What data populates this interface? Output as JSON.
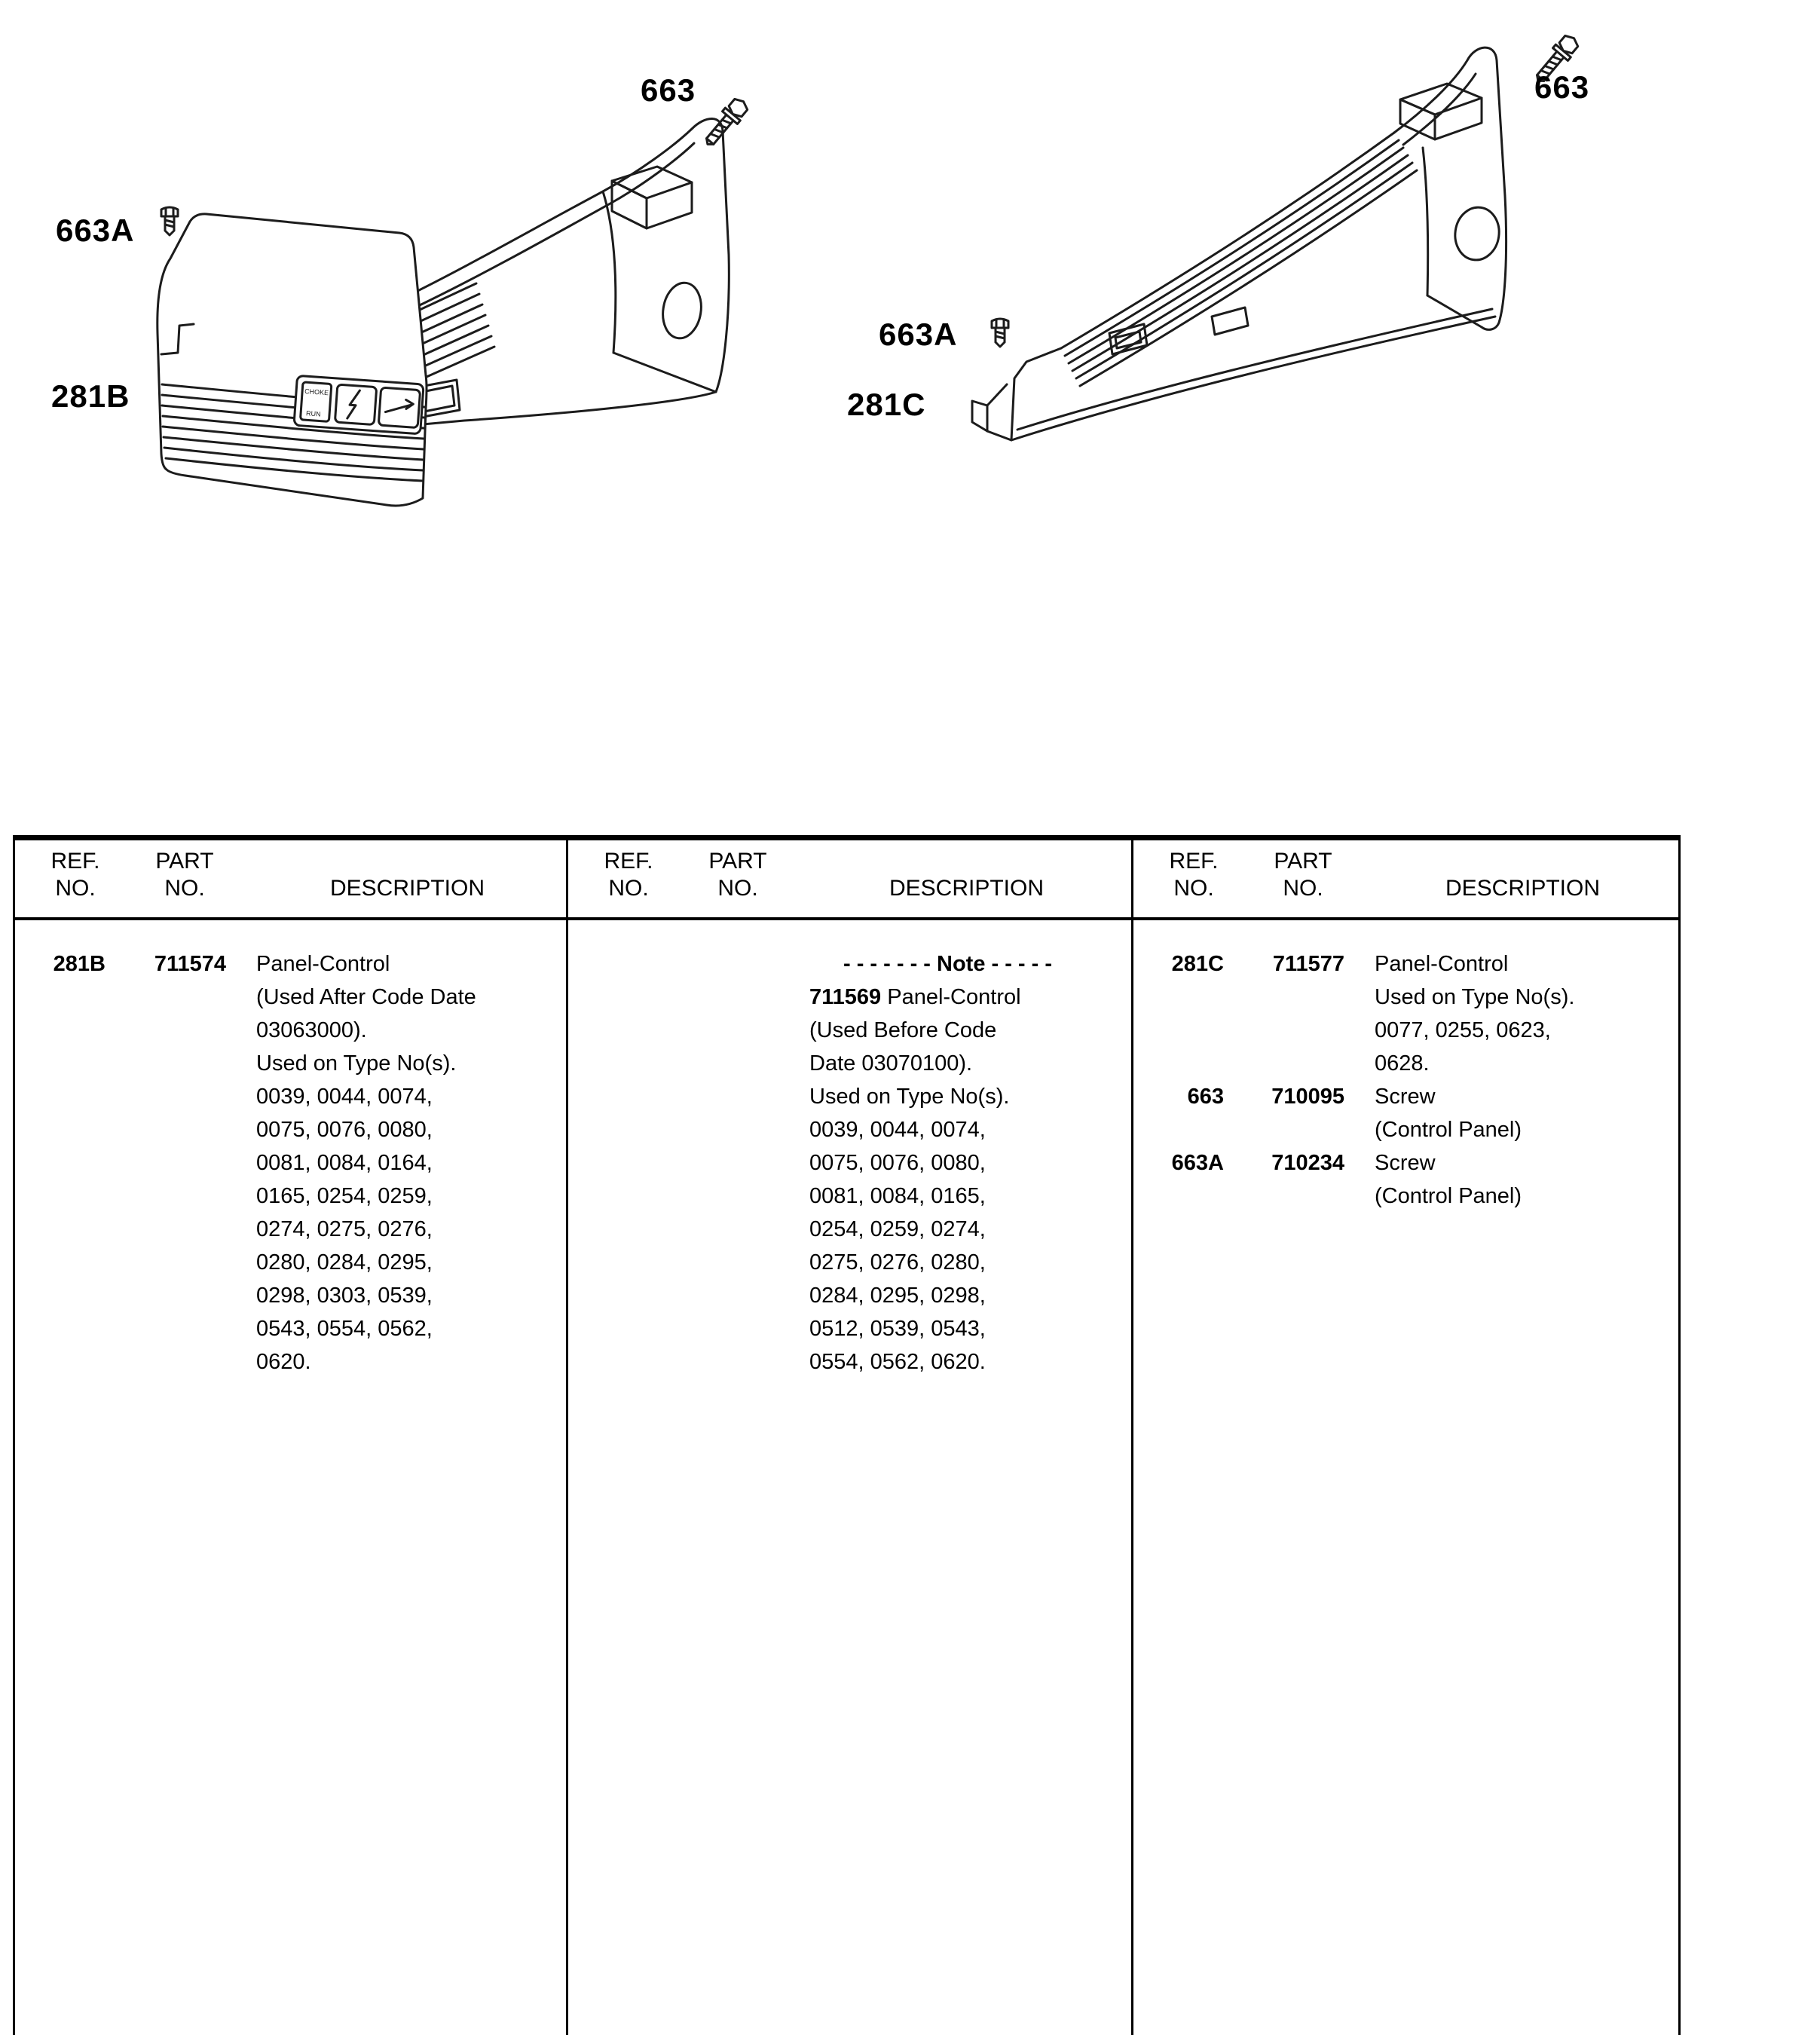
{
  "diagram": {
    "left": {
      "bolt_label": "663",
      "screw_label": "663A",
      "panel_label": "281B",
      "plate_choke": "CHOKE",
      "plate_run": "RUN"
    },
    "right": {
      "bolt_label": "663",
      "screw_label": "663A",
      "panel_label": "281C"
    }
  },
  "table": {
    "header": {
      "ref1": "REF.",
      "ref2": "NO.",
      "part1": "PART",
      "part2": "NO.",
      "desc": "DESCRIPTION"
    },
    "columns": [
      {
        "entries": [
          {
            "ref": "281B",
            "part": "711574",
            "lines": [
              {
                "t": "Panel-Control"
              },
              {
                "t": "(Used After Code Date"
              },
              {
                "t": "03063000)."
              },
              {
                "t": "Used on Type No(s)."
              },
              {
                "t": "0039, 0044, 0074,"
              },
              {
                "t": "0075, 0076, 0080,"
              },
              {
                "t": "0081, 0084, 0164,"
              },
              {
                "t": "0165, 0254, 0259,"
              },
              {
                "t": "0274, 0275, 0276,"
              },
              {
                "t": "0280, 0284, 0295,"
              },
              {
                "t": "0298, 0303, 0539,"
              },
              {
                "t": "0543, 0554, 0562,"
              },
              {
                "t": "0620."
              }
            ]
          }
        ]
      },
      {
        "entries": [
          {
            "ref": "",
            "part": "",
            "lines": [
              {
                "b": "- - - - - - -  Note  - - - - -",
                "note": true
              },
              {
                "b": "711569",
                "t": " Panel-Control"
              },
              {
                "t": "(Used Before Code"
              },
              {
                "t": "Date 03070100)."
              },
              {
                "t": "Used on Type No(s)."
              },
              {
                "t": "0039, 0044, 0074,"
              },
              {
                "t": "0075, 0076, 0080,"
              },
              {
                "t": "0081, 0084, 0165,"
              },
              {
                "t": "0254, 0259, 0274,"
              },
              {
                "t": "0275, 0276, 0280,"
              },
              {
                "t": "0284, 0295, 0298,"
              },
              {
                "t": "0512, 0539, 0543,"
              },
              {
                "t": "0554, 0562, 0620."
              }
            ]
          }
        ]
      },
      {
        "entries": [
          {
            "ref": "281C",
            "part": "711577",
            "lines": [
              {
                "t": "Panel-Control"
              },
              {
                "t": "Used on Type No(s)."
              },
              {
                "t": "0077, 0255, 0623,"
              },
              {
                "t": "0628."
              }
            ]
          },
          {
            "ref": "663",
            "part": "710095",
            "lines": [
              {
                "t": "Screw"
              },
              {
                "t": "(Control Panel)"
              }
            ]
          },
          {
            "ref": "663A",
            "part": "710234",
            "lines": [
              {
                "t": "Screw"
              },
              {
                "t": "(Control Panel)"
              }
            ]
          }
        ]
      }
    ]
  }
}
